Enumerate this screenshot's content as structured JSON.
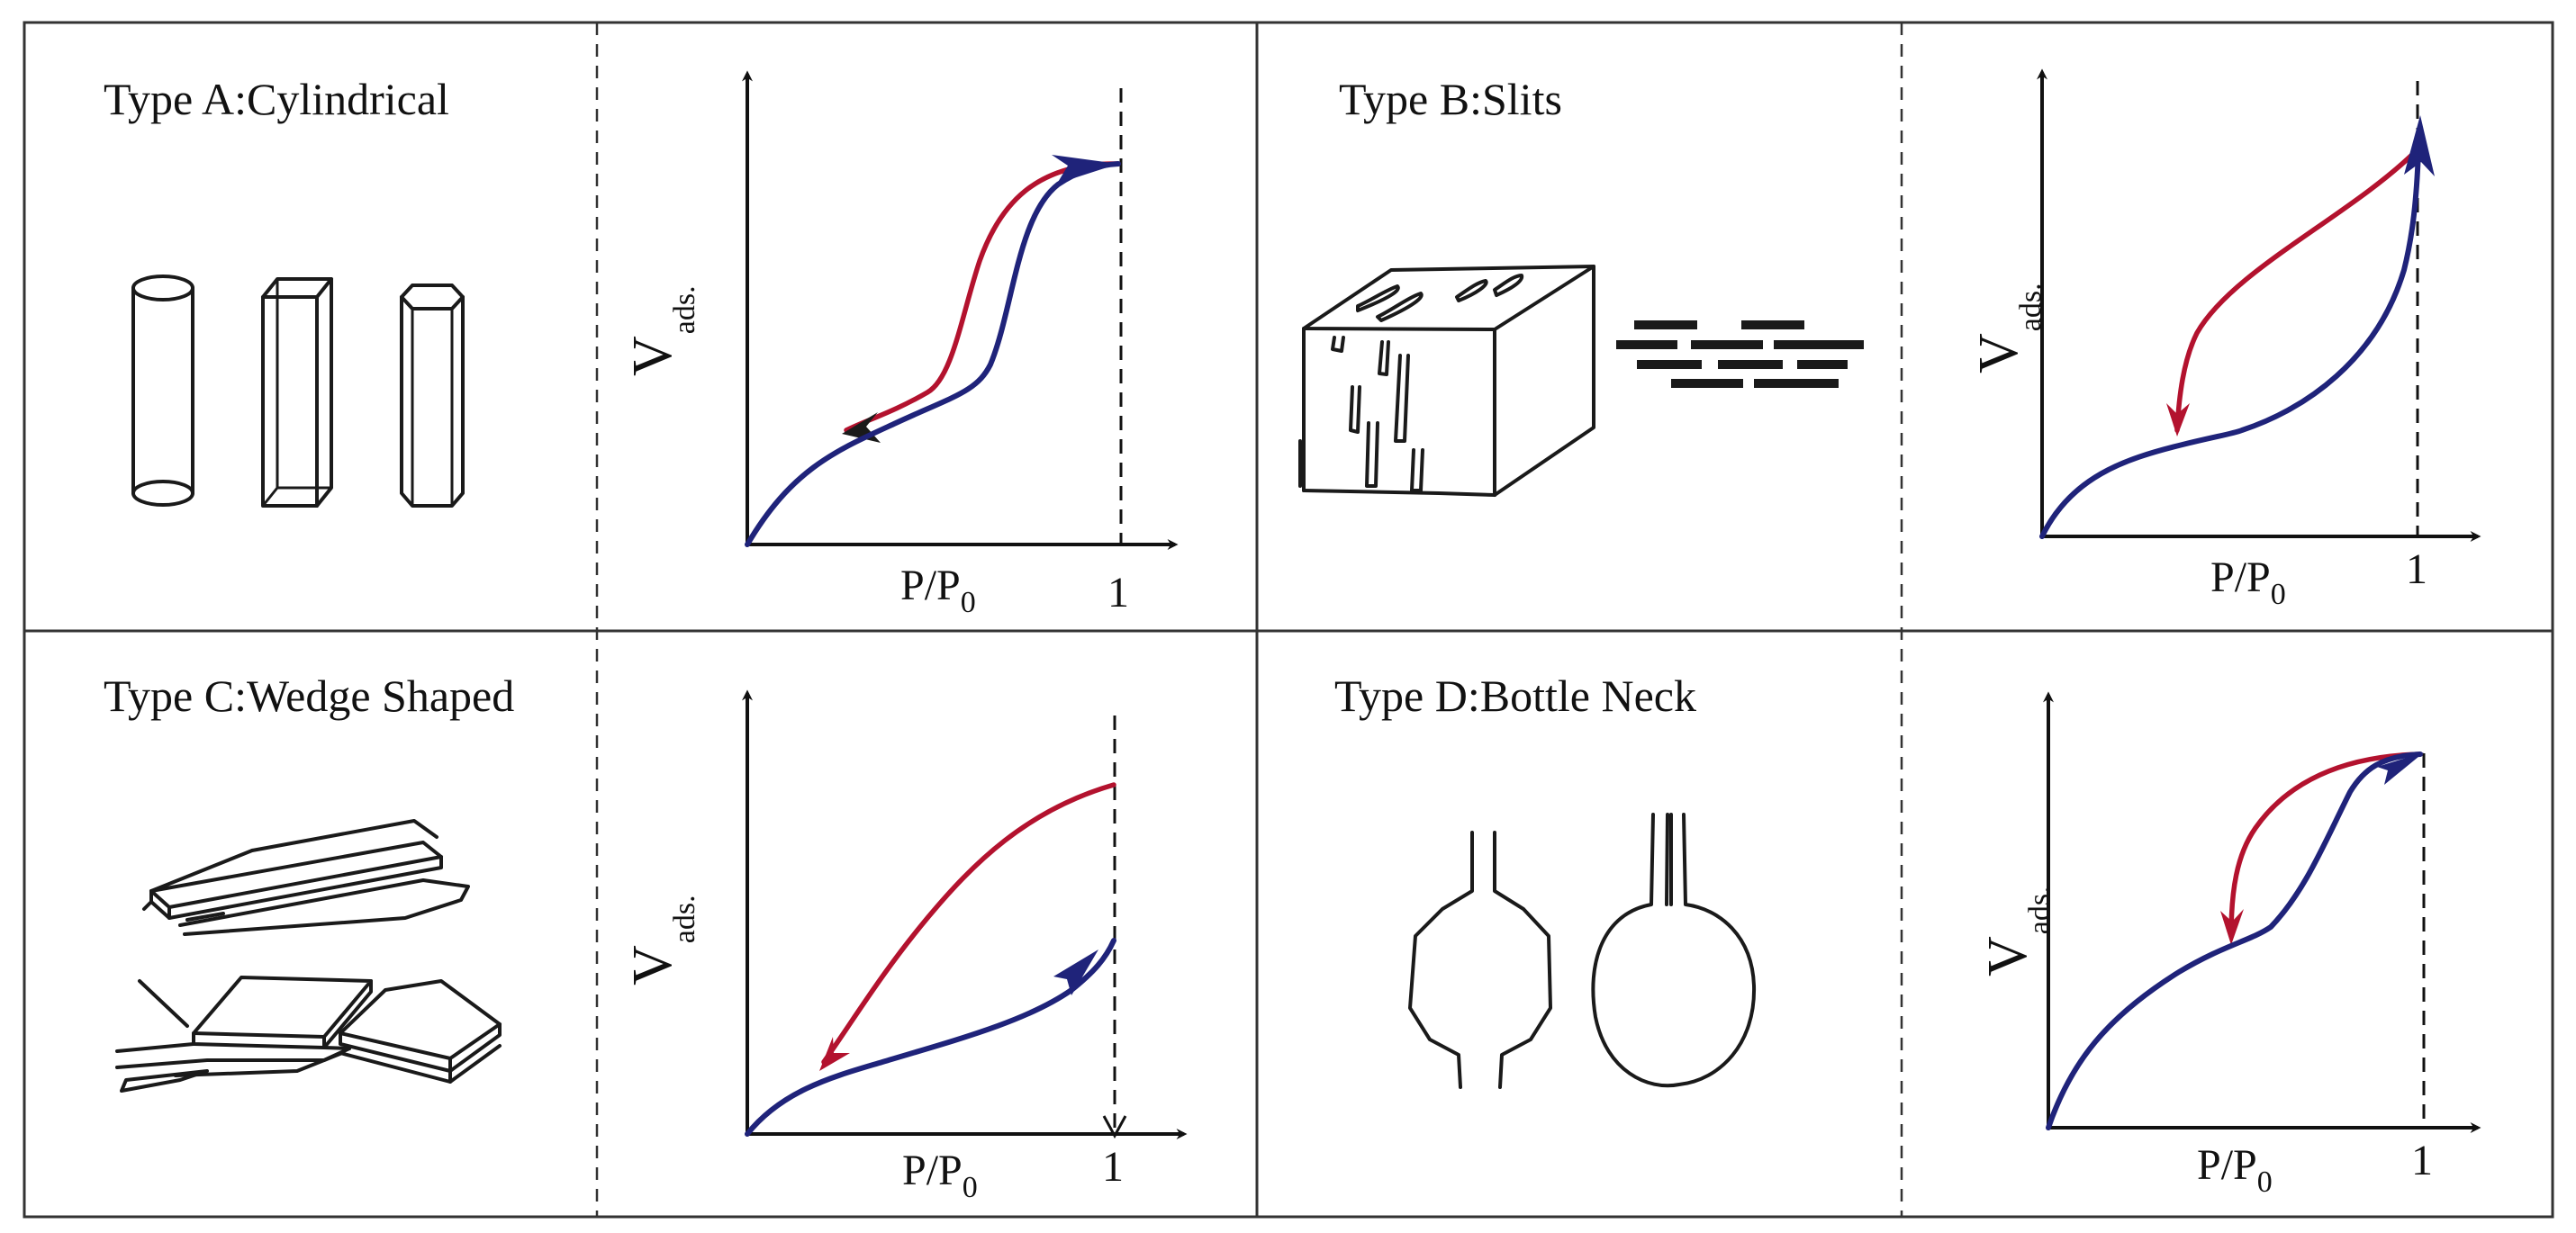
{
  "panels": [
    {
      "title": "Type A:Cylindrical",
      "y_label": "V",
      "y_label_sub": "ads.",
      "x_label": "P/P",
      "x_label_sub": "0",
      "x_tick": "1"
    },
    {
      "title": "Type B:Slits",
      "y_label": "V",
      "y_label_sub": "ads.",
      "x_label": "P/P",
      "x_label_sub": "0",
      "x_tick": "1"
    },
    {
      "title": "Type C:Wedge Shaped",
      "y_label": "V",
      "y_label_sub": "ads.",
      "x_label": "P/P",
      "x_label_sub": "0",
      "x_tick": "1"
    },
    {
      "title": "Type D:Bottle Neck",
      "y_label": "V",
      "y_label_sub": "ads.",
      "x_label": "P/P",
      "x_label_sub": "0",
      "x_tick": "1"
    }
  ],
  "colors": {
    "adsorption": "#1f237a",
    "desorption": "#b3122e",
    "grid": "#333333"
  }
}
